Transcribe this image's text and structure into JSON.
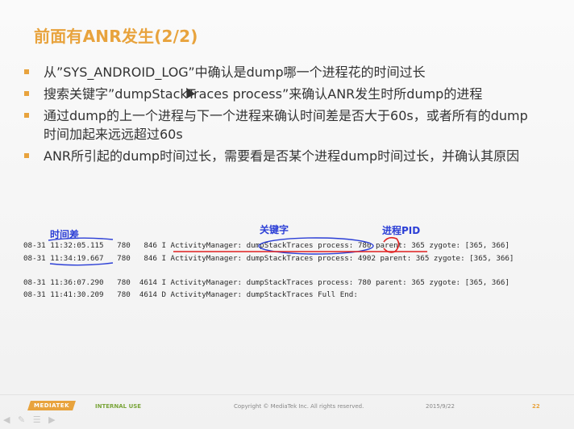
{
  "slide": {
    "title": "前面有ANR发生(2/2)",
    "bullets": [
      "从”SYS_ANDROID_LOG”中确认是dump哪一个进程花的时间过长",
      "搜索关键字”dumpStackTraces process”来确认ANR发生时所dump的进程",
      "通过dump的上一个进程与下一个进程来确认时间差是否大于60s，或者所有的dump时间加起来远远超过60s",
      "ANR所引起的dump时间过长，需要看是否某个进程dump时间过长，并确认其原因"
    ],
    "annotations": {
      "time_diff": "时间差",
      "keyword": "关键字",
      "pid": "进程PID"
    },
    "log_lines": [
      "08-31 11:32:05.115   780   846 I ActivityManager: dumpStackTraces process: 780 parent: 365 zygote: [365, 366]",
      "08-31 11:34:19.667   780   846 I ActivityManager: dumpStackTraces process: 4902 parent: 365 zygote: [365, 366]",
      "08-31 11:36:07.290   780  4614 I ActivityManager: dumpStackTraces process: 780 parent: 365 zygote: [365, 366]",
      "08-31 11:41:30.209   780  4614 D ActivityManager: dumpStackTraces Full End:"
    ],
    "colors": {
      "accent": "#e8a33d",
      "annotation": "#2c3fd6",
      "highlight_red": "#e02020"
    }
  },
  "footer": {
    "logo": "MEDIATEK",
    "internal_use": "INTERNAL USE",
    "copyright": "Copyright © MediaTek Inc. All rights reserved.",
    "date": "2015/9/22",
    "page_number": "22"
  }
}
